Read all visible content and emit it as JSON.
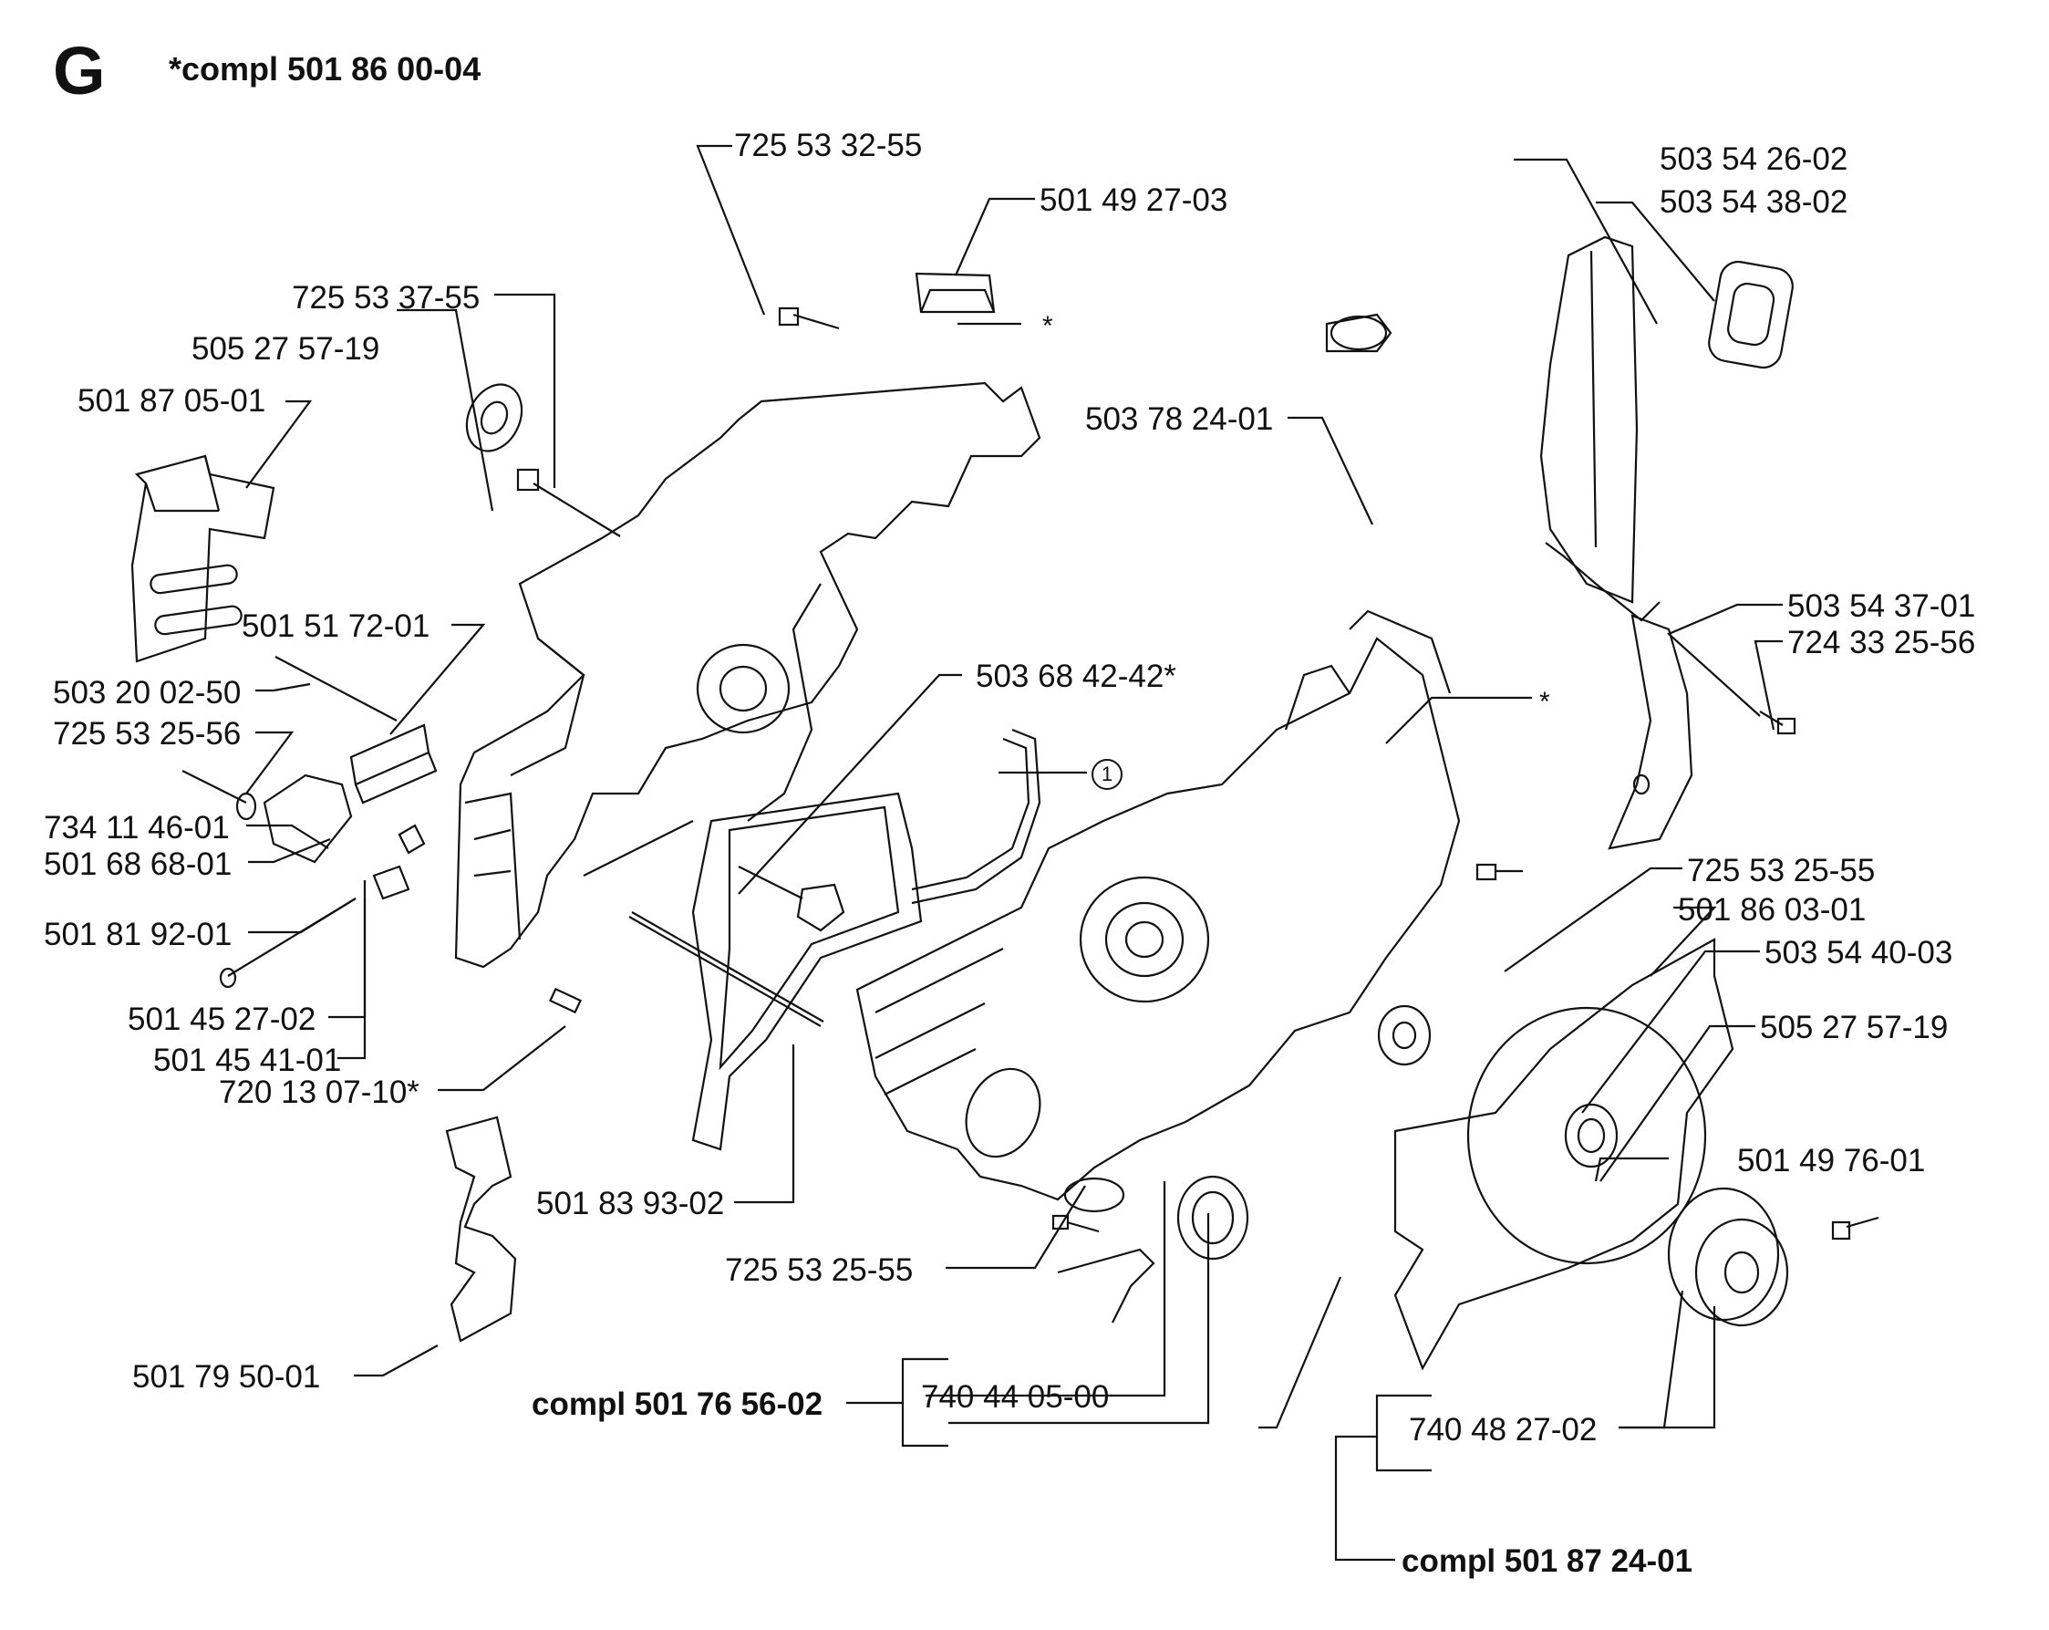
{
  "header": {
    "section_letter": "G",
    "section_kit": "*compl 501 86 00-04"
  },
  "callouts": {
    "p72553_32_55": "725 53 32-55",
    "p50149_27_03": "501 49 27-03",
    "p72553_37_55": "725 53 37-55",
    "p50527_57_19_left": "505 27 57-19",
    "p50187_05_01": "501 87 05-01",
    "p50378_24_01": "503 78 24-01",
    "p50354_26_02": "503 54 26-02",
    "p50354_38_02": "503 54 38-02",
    "p50354_37_01": "503 54 37-01",
    "p72433_25_56": "724 33 25-56",
    "p50151_72_01": "501 51 72-01",
    "p50368_42_42": "503 68 42-42*",
    "p50320_02_50": "503 20 02-50",
    "p72553_25_56": "725 53 25-56",
    "p73411_46_01": "734 11 46-01",
    "p50168_68_01": "501 68 68-01",
    "p50181_92_01": "501 81 92-01",
    "p72553_25_55_right": "725 53 25-55",
    "p50186_03_01": "501 86 03-01",
    "p50354_40_03": "503 54 40-03",
    "p50145_27_02": "501 45 27-02",
    "p50145_41_01": "501 45 41-01",
    "p72013_07_10": "720 13 07-10*",
    "p50527_57_19_right": "505 27 57-19",
    "p50149_76_01": "501 49 76-01",
    "p50183_93_02": "501 83 93-02",
    "p72553_25_55_bottom": "725 53 25-55",
    "p50179_50_01": "501 79 50-01",
    "p74044_05_00": "740 44 05-00",
    "p74048_27_02": "740 48 27-02"
  },
  "kits": {
    "compl_501_76_56_02": "compl 501 76 56-02",
    "compl_501_87_24_01": "compl 501 87 24-01"
  },
  "markers": {
    "asterisk": "*",
    "circle_ref": "1"
  }
}
